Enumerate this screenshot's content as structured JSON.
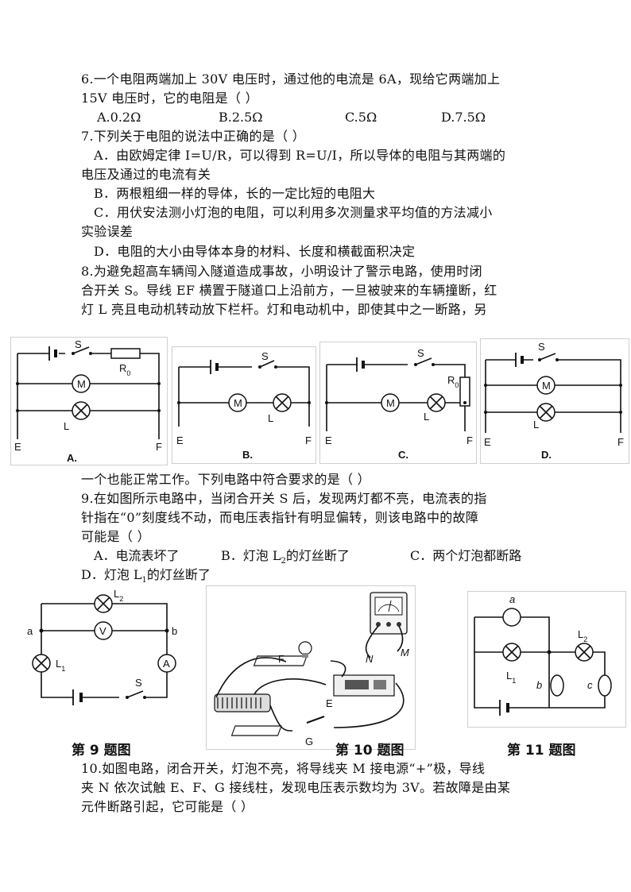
{
  "q6": {
    "line1": "6.一个电阻两端加上 30V 电压时，通过他的电流是 6A，现给它两端加上",
    "line2": "15V 电压时，它的电阻是（     ）",
    "options": [
      "A.0.2Ω",
      "B.2.5Ω",
      "C.5Ω",
      "D.7.5Ω"
    ]
  },
  "q7": {
    "stem": "7.下列关于电阻的说法中正确的是（     ）",
    "a1": "A．由欧姆定律 I=U/R，可以得到 R=U/I，所以导体的电阻与其两端的",
    "a2": "电压及通过的电流有关",
    "b": "B．两根粗细一样的导体，长的一定比短的电阻大",
    "c1": "C．用伏安法测小灯泡的电阻，可以利用多次测量求平均值的方法减小",
    "c2": "实验误差",
    "d": "D．电阻的大小由导体本身的材料、长度和横截面积决定"
  },
  "q8": {
    "line1": "8.为避免超高车辆闯入隧道造成事故，小明设计了警示电路，使用时闭",
    "line2": "合开关 S。导线 EF 横置于隧道口上沿前方，一旦被驶来的车辆撞断，红",
    "line3": "灯 L 亮且电动机转动放下栏杆。灯和电动机中，即使其中之一断路，另",
    "line4": "一个也能正常工作。下列电路中符合要求的是（       ）",
    "figs": {
      "a": {
        "s": "S",
        "r": "R",
        "r_sub": "0",
        "m": "M",
        "l": "L",
        "e": "E",
        "f": "F",
        "label": "A."
      },
      "b": {
        "s": "S",
        "m": "M",
        "l": "L",
        "e": "E",
        "f": "F",
        "label": "B."
      },
      "c": {
        "s": "S",
        "r": "R",
        "r_sub": "0",
        "m": "M",
        "l": "L",
        "e": "E",
        "f": "F",
        "label": "C."
      },
      "d": {
        "s": "S",
        "m": "M",
        "l": "L",
        "e": "E",
        "f": "F",
        "label": "D."
      }
    }
  },
  "q9": {
    "line1": "9.在如图所示电路中，当闭合开关 S 后，发现两灯都不亮，电流表的指",
    "line2": "针指在“0”刻度线不动，而电压表指针有明显偏转，则该电路中的故障",
    "line3": "可能是（     ）",
    "opt_a": "A．电流表坏了",
    "opt_b_pre": "B．灯泡 L",
    "opt_b_sub": "2",
    "opt_b_post": "的灯丝断了",
    "opt_c": "C．两个灯泡都断路",
    "opt_d_pre": "D．灯泡 L",
    "opt_d_sub": "1",
    "opt_d_post": "的灯丝断了"
  },
  "fig9": {
    "l2": "L",
    "l2_sub": "2",
    "l1": "L",
    "l1_sub": "1",
    "v": "V",
    "a_meter": "A",
    "a": "a",
    "b": "b",
    "s": "S",
    "caption": "第 9 题图"
  },
  "fig10": {
    "f": "F",
    "e": "E",
    "g": "G",
    "n": "N",
    "m": "M",
    "caption": "第 10 题图"
  },
  "fig11": {
    "a": "a",
    "b": "b",
    "c": "c",
    "l1": "L",
    "l1_sub": "1",
    "l2": "L",
    "l2_sub": "2",
    "caption": "第 11 题图"
  },
  "q10": {
    "line1": "10.如图电路，闭合开关，灯泡不亮，将导线夹 M 接电源“+”极，导线",
    "line2": "夹 N 依次试触 E、F、G 接线柱，发现电压表示数均为 3V。若故障是由某",
    "line3": "元件断路引起，它可能是（     ）"
  }
}
